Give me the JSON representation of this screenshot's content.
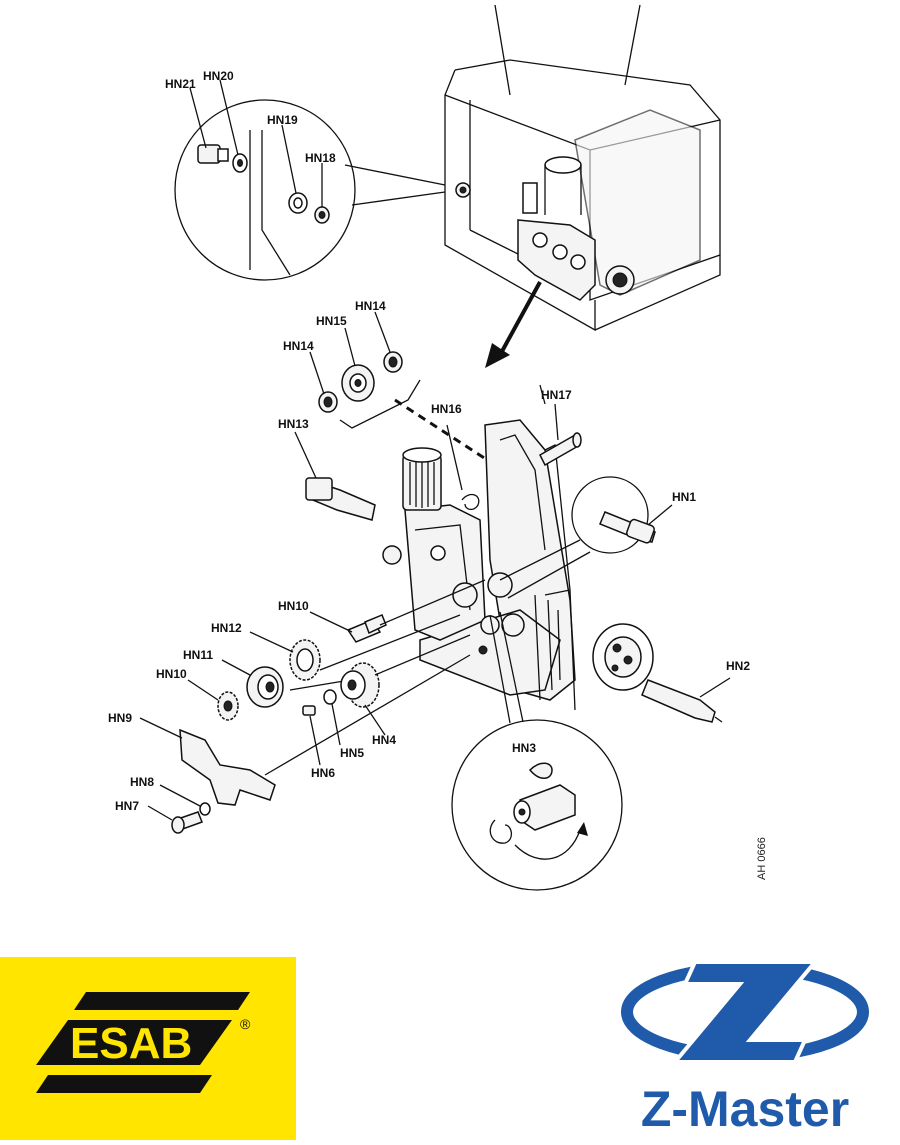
{
  "labels": {
    "hn1": "HN1",
    "hn2": "HN2",
    "hn3": "HN3",
    "hn4": "HN4",
    "hn5": "HN5",
    "hn6": "HN6",
    "hn7": "HN7",
    "hn8": "HN8",
    "hn9": "HN9",
    "hn10a": "HN10",
    "hn10b": "HN10",
    "hn11": "HN11",
    "hn12": "HN12",
    "hn13": "HN13",
    "hn14a": "HN14",
    "hn14b": "HN14",
    "hn15": "HN15",
    "hn16": "HN16",
    "hn17": "HN17",
    "hn18": "HN18",
    "hn19": "HN19",
    "hn20": "HN20",
    "hn21": "HN21"
  },
  "drawing_code": "AH 0666",
  "logos": {
    "esab": "ESAB",
    "esab_mark": "®",
    "zmaster": "Z-Master"
  },
  "colors": {
    "esab_yellow": "#FFE500",
    "zmaster_blue": "#1F5BAA"
  }
}
